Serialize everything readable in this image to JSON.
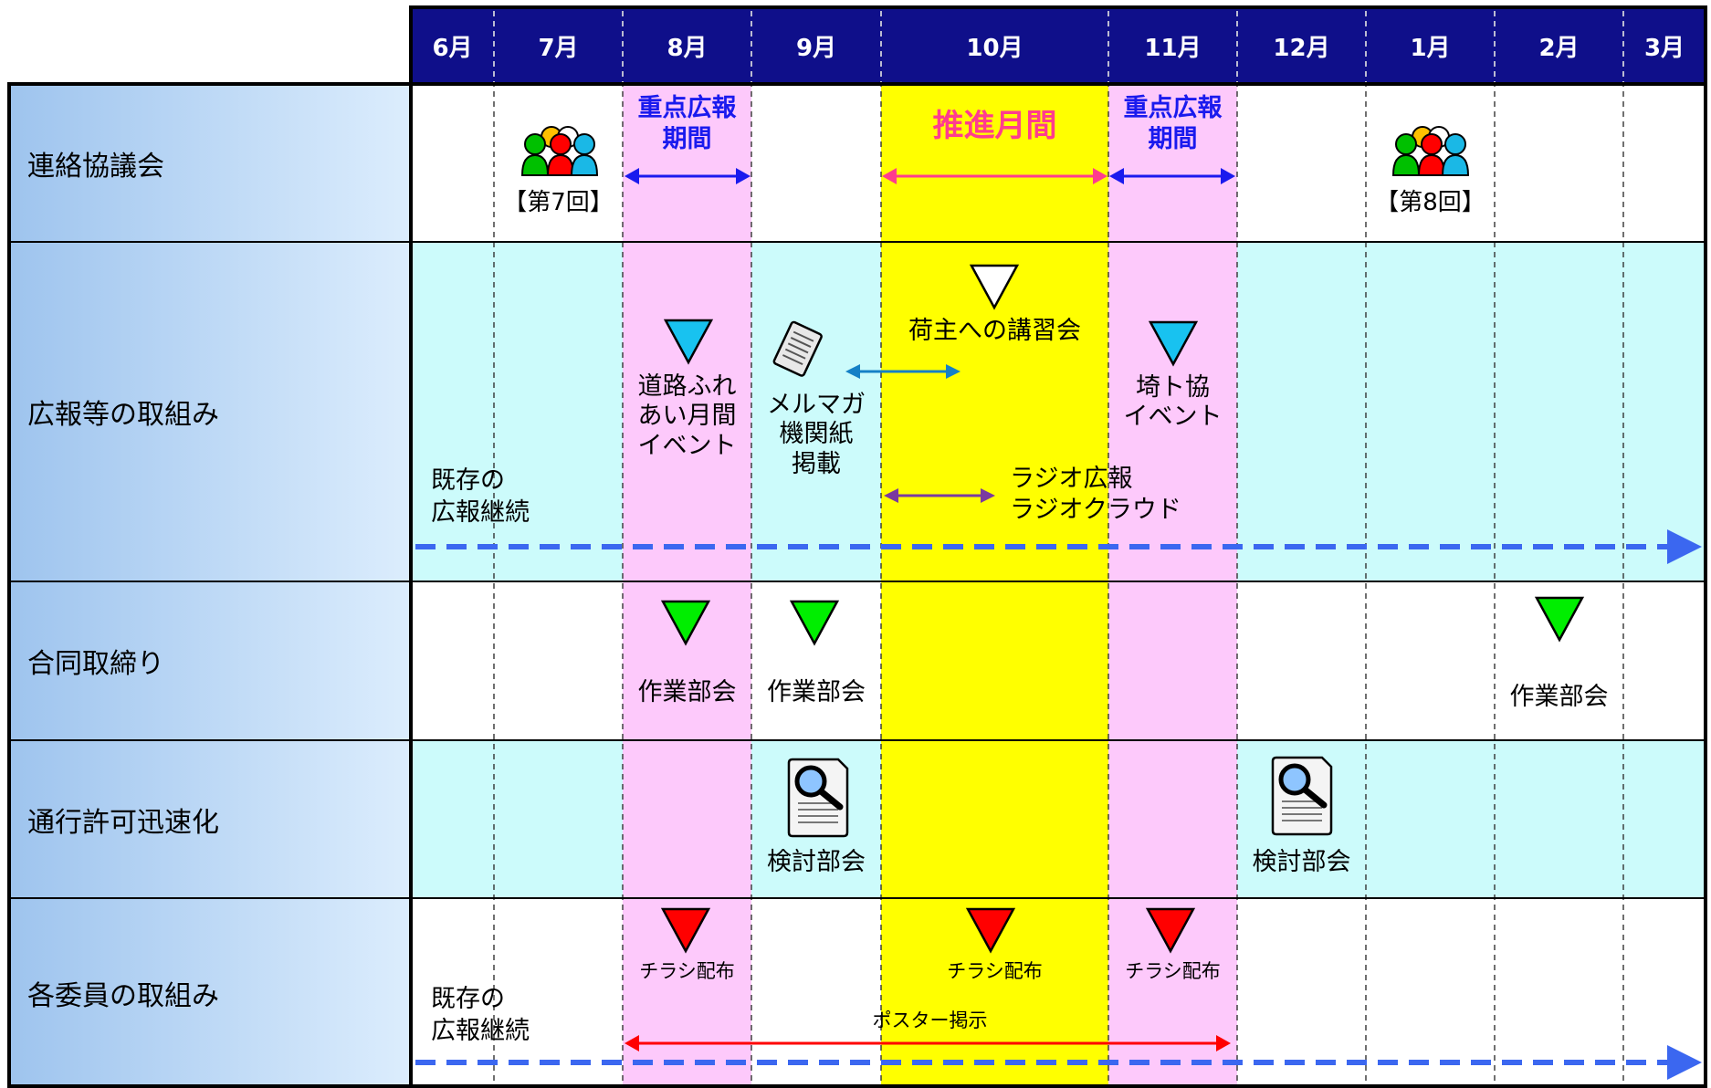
{
  "months": [
    "6月",
    "7月",
    "8月",
    "9月",
    "10月",
    "11月",
    "12月",
    "1月",
    "2月",
    "3月"
  ],
  "rows": [
    "連絡協議会",
    "広報等の取組み",
    "合同取締り",
    "通行許可迅速化",
    "各委員の取組み"
  ],
  "periods": {
    "focus_label": "重点広報\n期間",
    "promo_label": "推進月間"
  },
  "council": {
    "meeting7": "【第7回】",
    "meeting8": "【第8回】"
  },
  "pr": {
    "road_event": "道路ふれ\nあい月間\nイベント",
    "shipper_seminar": "荷主への講習会",
    "mailmag": "メルマガ\n機関紙\n掲載",
    "saitoku_event": "埼ト協\nイベント",
    "radio": "ラジオ広報\nラジオクラウド",
    "existing": "既存の\n広報継続"
  },
  "joint": {
    "wg": "作業部会"
  },
  "permit": {
    "review": "検討部会"
  },
  "members": {
    "flyer": "チラシ配布",
    "poster": "ポスター掲示",
    "existing": "既存の\n広報継続"
  },
  "colors": {
    "header_bg": "#0f0f8a",
    "label_bg_from": "#9ec4ee",
    "label_bg_to": "#d8ebfc",
    "row_alt": "#ccfbfb",
    "focus": "#fdc9fb",
    "promo": "#ffff00",
    "focus_text": "#1a1aee",
    "promo_text": "#ff3c8e",
    "dash_arrow": "#3b67f0",
    "mailmag_arrow": "#1580c6",
    "radio_arrow": "#7a3aa0",
    "poster_arrow": "#ff0000",
    "tri_cyan": "#18c2f0",
    "tri_green": "#00ee00",
    "tri_red": "#ff0000"
  },
  "icons": [
    "people-group-icon",
    "newspaper-icon",
    "magnifier-document-icon",
    "down-triangle-icon"
  ]
}
